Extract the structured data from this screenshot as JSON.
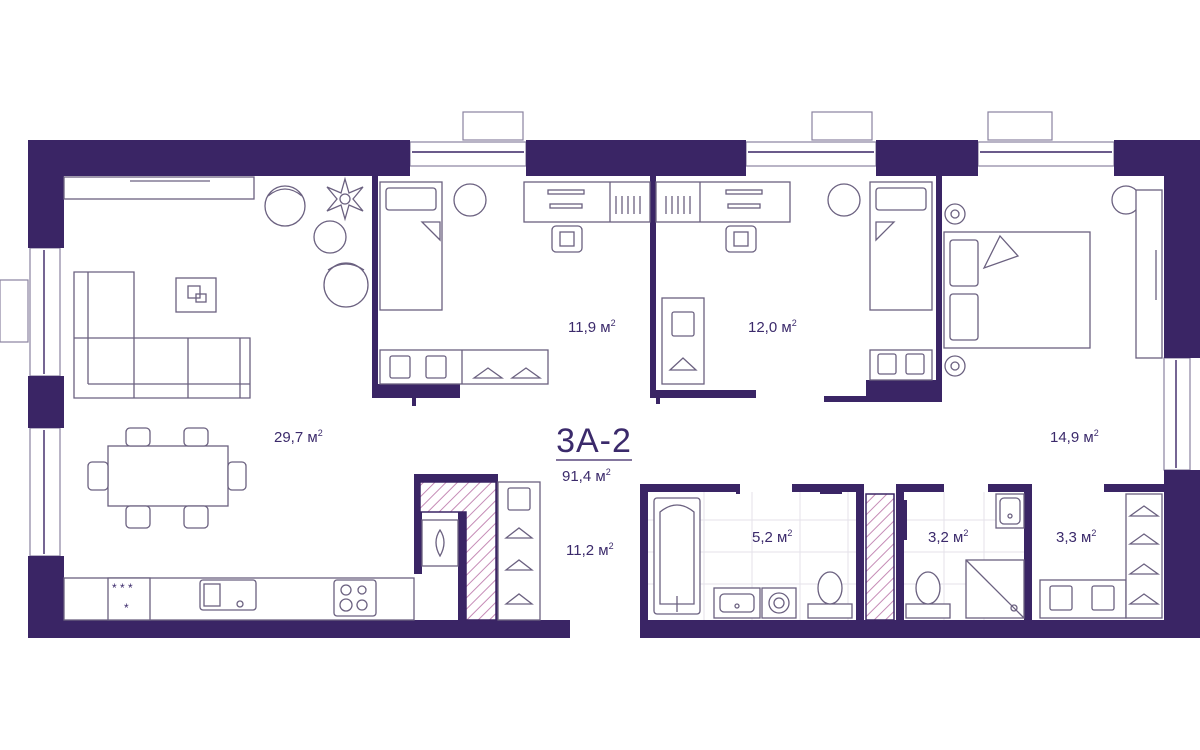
{
  "plan": {
    "code": "3А-2",
    "total_area": "91,4 м",
    "unit_exp": "2",
    "colors": {
      "wall": "#3a2565",
      "text": "#3b2a6b",
      "hatch": "#c58bb6",
      "furniture": "#6b6180"
    }
  },
  "rooms": [
    {
      "id": "living",
      "area": "29,7 м"
    },
    {
      "id": "bedroom-1",
      "area": "11,9 м"
    },
    {
      "id": "bedroom-2",
      "area": "12,0 м"
    },
    {
      "id": "master-bedroom",
      "area": "14,9 м"
    },
    {
      "id": "hall",
      "area": "11,2 м"
    },
    {
      "id": "bathroom",
      "area": "5,2 м"
    },
    {
      "id": "wc",
      "area": "3,2 м"
    },
    {
      "id": "wardrobe",
      "area": "3,3 м"
    }
  ],
  "furniture_icons": [
    "sofa-icon",
    "dining-table-icon",
    "armchair-icon",
    "plant-icon",
    "coffee-table-icon",
    "bed-icon",
    "desk-icon",
    "chair-icon",
    "bookshelf-icon",
    "wardrobe-icon",
    "hanger-icon",
    "shirt-icon",
    "bathtub-icon",
    "sink-icon",
    "toilet-icon",
    "washing-machine-icon",
    "shower-icon",
    "stove-icon",
    "kitchen-sink-icon",
    "oven-icon",
    "boiler-icon",
    "floor-lamp-icon"
  ]
}
